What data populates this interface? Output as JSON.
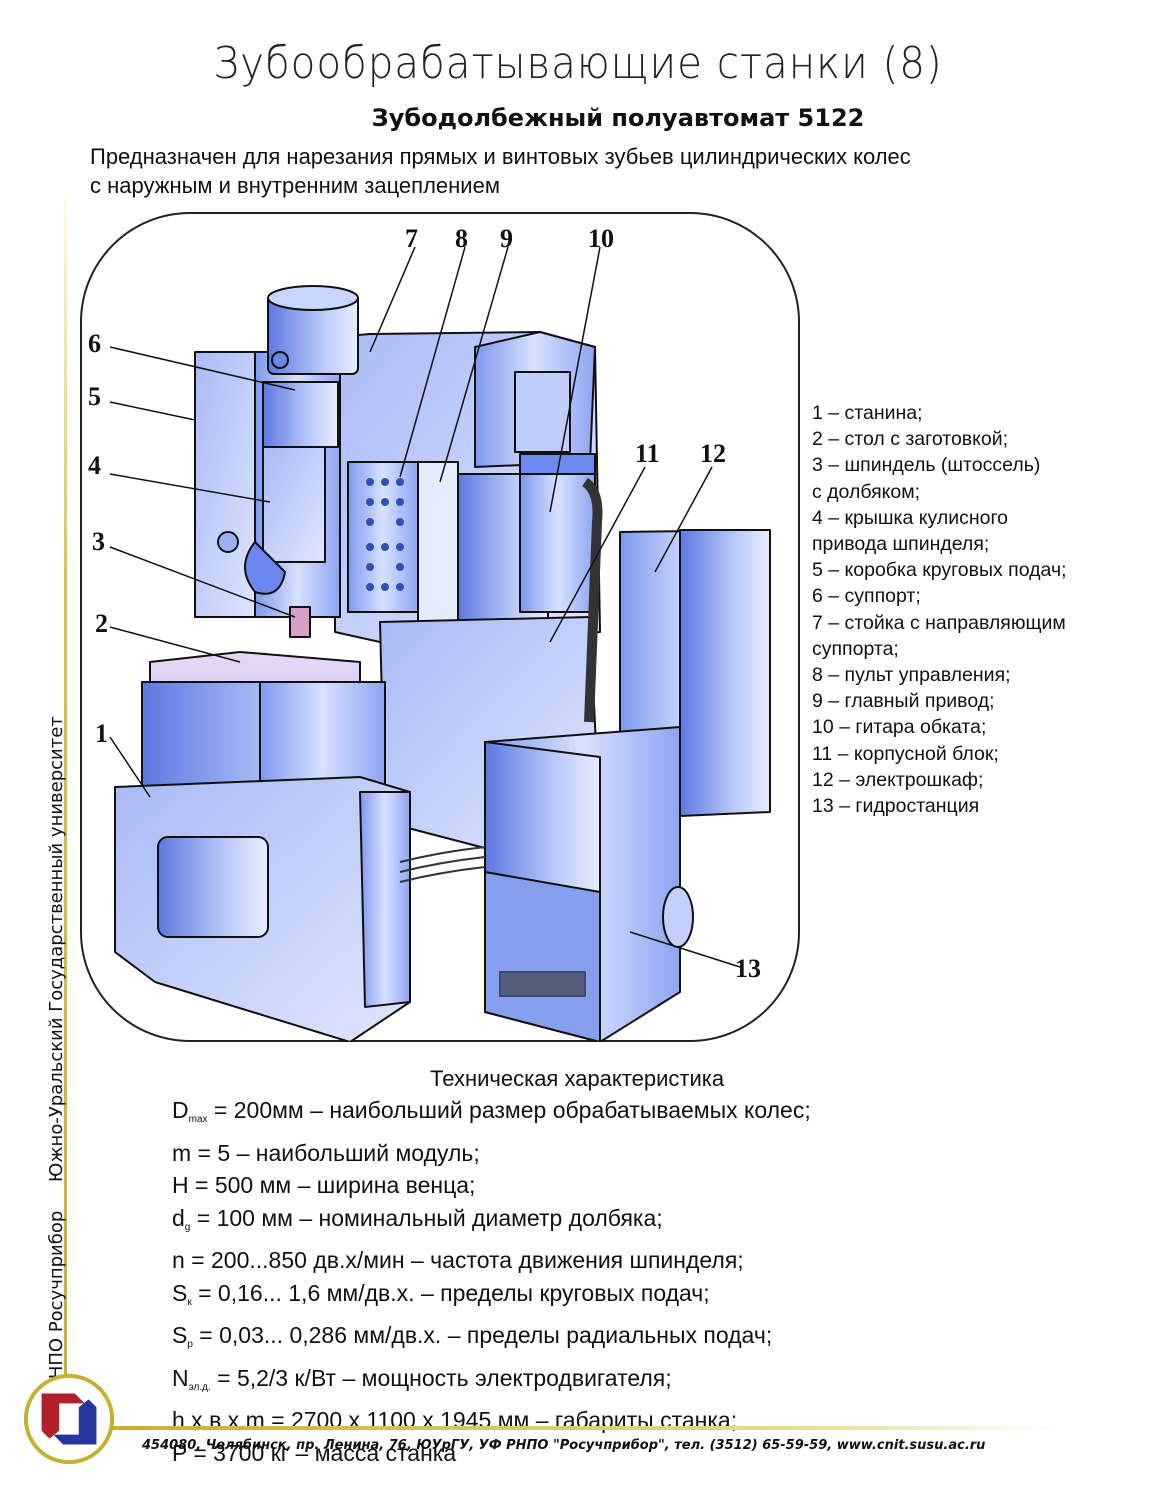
{
  "title": "Зубообрабатывающие станки (8)",
  "subtitle": "Зубодолбежный полуавтомат 5122",
  "purpose": [
    "Предназначен для нарезания прямых и винтовых зубьев цилиндрических колес",
    "с наружным  и внутренним зацеплением"
  ],
  "side_text": "РНПО Росучприбор     Южно-Уральский Государственный университет",
  "callouts": [
    "1",
    "2",
    "3",
    "4",
    "5",
    "6",
    "7",
    "8",
    "9",
    "10",
    "11",
    "12",
    "13"
  ],
  "legend": [
    "1 – станина;",
    "2 – стол с заготовкой;",
    "3 – шпиндель (штоссель)",
    "с долбяком;",
    "4 – крышка кулисного",
    "привода шпинделя;",
    "5 – коробка круговых подач;",
    "6 – суппорт;",
    "7 – стойка с направляющим",
    "суппорта;",
    "8 – пульт управления;",
    "9 – главный привод;",
    "10 – гитара обката;",
    "11 – корпусной блок;",
    "12 – электрошкаф;",
    "13 – гидростанция"
  ],
  "specs": {
    "title": "Техническая характеристика",
    "rows": [
      {
        "sym": "D",
        "sub": "max",
        "text": " = 200мм – наибольший размер обрабатываемых колес;"
      },
      {
        "sym": "m",
        "sub": "",
        "text": " = 5 – наибольший модуль;"
      },
      {
        "sym": "H",
        "sub": "",
        "text": " = 500 мм – ширина венца;"
      },
      {
        "sym": "d",
        "sub": "g",
        "text": " = 100 мм – номинальный диаметр долбяка;"
      },
      {
        "sym": "n",
        "sub": "",
        "text": " = 200...850  дв.х/мин – частота движения шпинделя;"
      },
      {
        "sym": "S",
        "sub": "к",
        "text": " = 0,16... 1,6 мм/дв.х. – пределы круговых подач;"
      },
      {
        "sym": "S",
        "sub": "р",
        "text": " = 0,03... 0,286 мм/дв.х. – пределы радиальных подач;"
      },
      {
        "sym": "N",
        "sub": "эл.д.",
        "text": " = 5,2/3 к/Вт – мощность электродвигателя;"
      },
      {
        "sym": "h x в x m",
        "sub": "",
        "text": " = 2700 х 1100 х 1945 мм – габариты станка;"
      },
      {
        "sym": "P",
        "sub": "",
        "text": " = 3700 кг – масса станка"
      }
    ]
  },
  "footer": "454080, Челябинск, пр. Ленина, 76, ЮУрГУ, УФ РНПО \"Росучприбор\", тел. (3512) 65-59-59, www.cnit.susu.ac.ru",
  "colors": {
    "machine_light": "#c9d4fb",
    "machine_mid": "#8fa6f0",
    "machine_dark": "#4e6ad8",
    "accent_gold": "#c5b030",
    "logo_red": "#b3202a",
    "logo_blue": "#2535a0"
  }
}
